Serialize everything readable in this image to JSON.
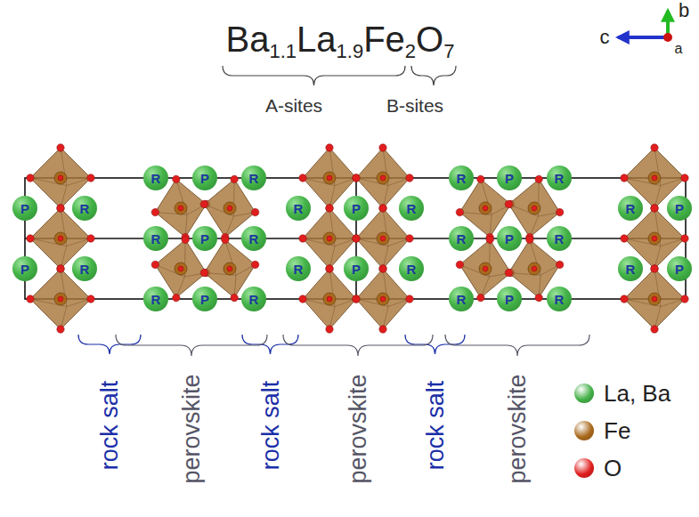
{
  "diagram": {
    "title": "Ba1.1La1.9Fe2O7",
    "nodes": [
      {
        "text": [
          "R"
        ]
      },
      {
        "text": [
          "P"
        ]
      },
      {
        "text": [
          "R"
        ]
      },
      {
        "text": [
          "R"
        ]
      },
      {
        "text": [
          "P"
        ]
      },
      {
        "text": [
          "R"
        ]
      },
      {
        "text": [
          "P"
        ]
      },
      {
        "text": [
          "R"
        ]
      },
      {
        "text": [
          "R"
        ]
      },
      {
        "text": [
          "P"
        ]
      },
      {
        "text": [
          "R"
        ]
      },
      {
        "text": [
          "R"
        ]
      },
      {
        "text": [
          "P"
        ]
      },
      {
        "text": [
          "R"
        ]
      },
      {
        "text": [
          "P"
        ]
      },
      {
        "text": [
          "R"
        ]
      },
      {
        "text": [
          "R"
        ]
      },
      {
        "text": [
          "P"
        ]
      },
      {
        "text": [
          "R"
        ]
      },
      {
        "text": [
          "P"
        ]
      },
      {
        "text": [
          "R"
        ]
      },
      {
        "text": [
          "R"
        ]
      },
      {
        "text": [
          "P"
        ]
      },
      {
        "text": [
          "R"
        ]
      },
      {
        "text": [
          "R"
        ]
      },
      {
        "text": [
          "P"
        ]
      },
      {
        "text": [
          "R"
        ]
      },
      {
        "text": [
          "P"
        ]
      },
      {
        "text": [
          "R"
        ]
      },
      {
        "text": [
          "R"
        ]
      },
      {
        "text": [
          "P"
        ]
      },
      {
        "text": [
          "R"
        ]
      }
    ],
    "labels": [
      "A-sites",
      "B-sites",
      "b",
      "c",
      "a",
      "rock salt",
      "perovskite",
      "rock salt",
      "perovskite",
      "rock salt",
      "perovskite"
    ],
    "legend": [
      {
        "text": "La, Ba",
        "color": "#43b047"
      },
      {
        "text": "Fe",
        "color": "#a9691c"
      },
      {
        "text": "O",
        "color": "#e01e1e"
      }
    ]
  }
}
